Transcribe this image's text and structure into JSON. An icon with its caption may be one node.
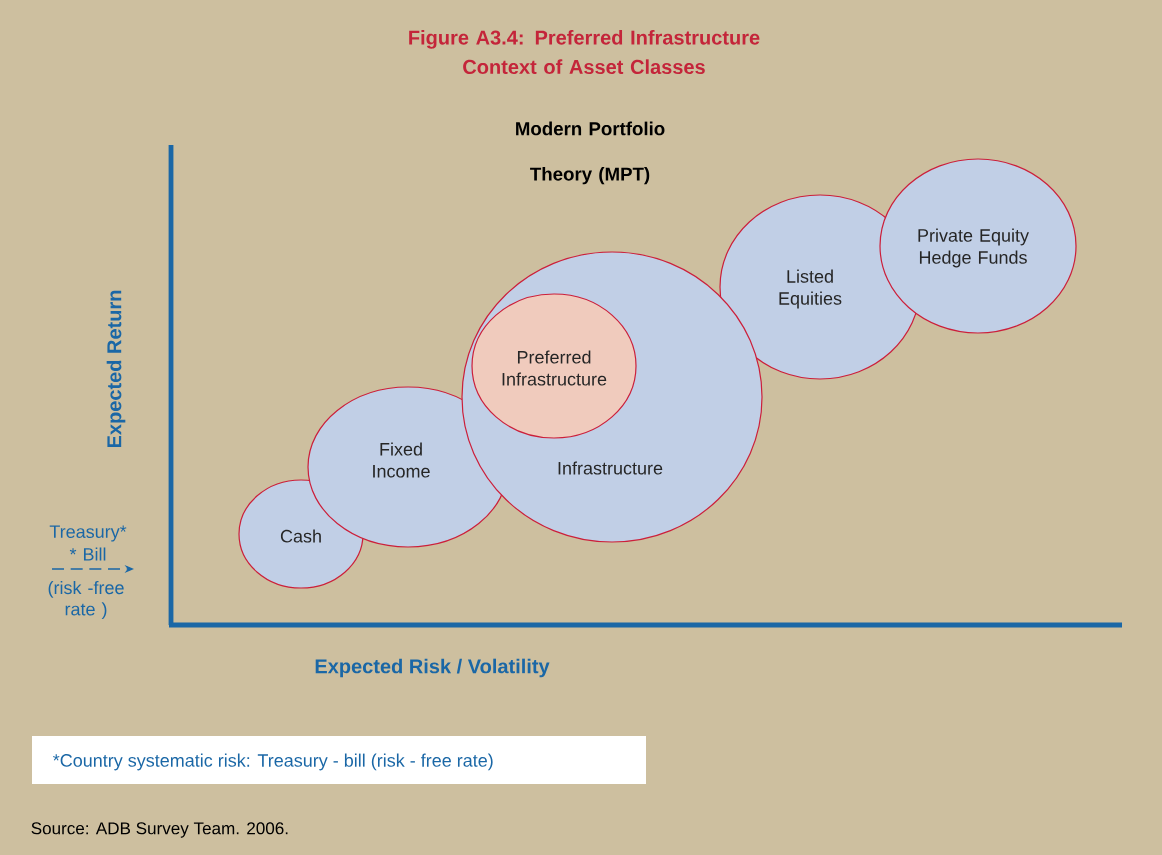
{
  "diagram": {
    "title": "Figure A3.4: Preferred Infrastructure Context of Asset Classes",
    "caption": "Source: ADB Survey Team. 2006.",
    "nodes": [
      {
        "text": [
          "Cash"
        ]
      },
      {
        "text": [
          "Fixed Income"
        ]
      },
      {
        "text": [
          "Infrastructure"
        ]
      },
      {
        "text": [
          "Preferred Infrastructure"
        ],
        "in": 2
      },
      {
        "text": [
          "Listed Equities"
        ]
      },
      {
        "text": [
          "Private Equity Hedge Funds"
        ]
      }
    ],
    "labels": [
      "Modern Portfolio Theory (MPT)",
      "Expected Return",
      "Treasury* * Bill",
      "(risk -free rate )",
      "Expected Risk / Volatility",
      "*Country systematic risk: Treasury - bill (risk - free rate)"
    ]
  }
}
